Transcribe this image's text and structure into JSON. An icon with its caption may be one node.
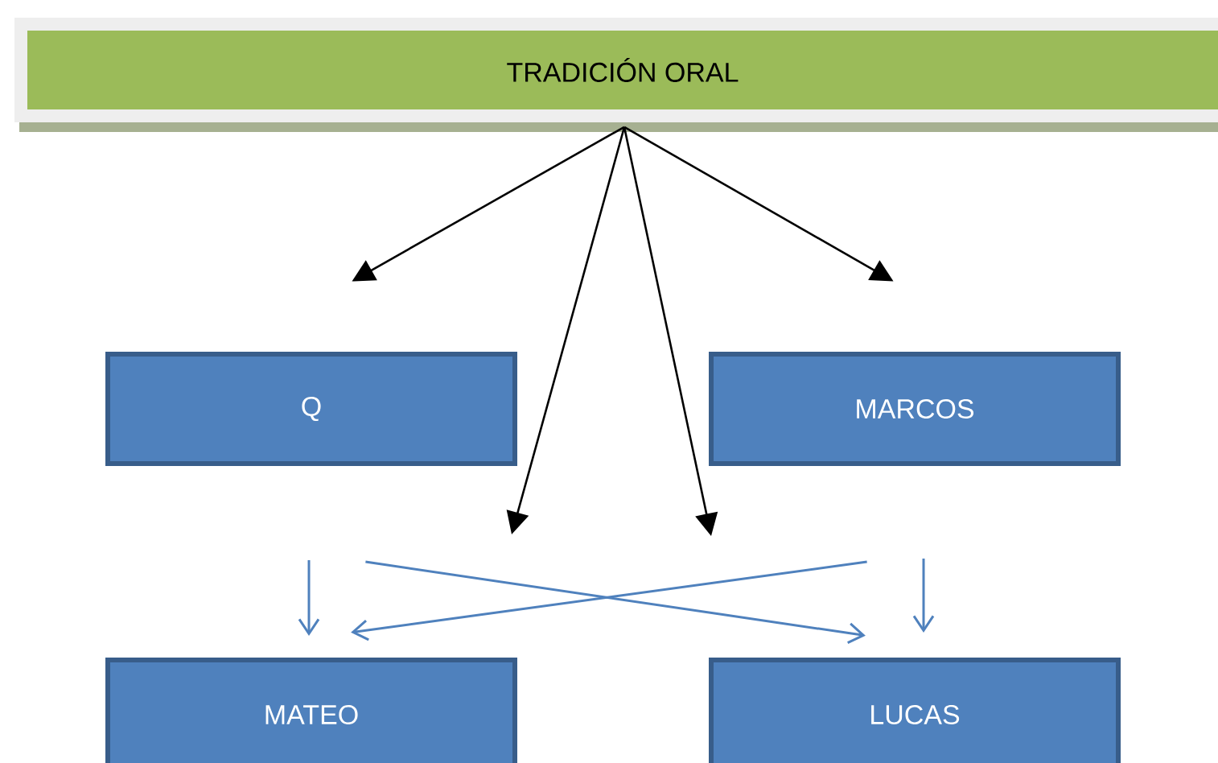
{
  "diagram": {
    "nodes": [
      {
        "text": [
          "TRADICIÓN ORAL"
        ]
      },
      {
        "text": [
          "Q"
        ]
      },
      {
        "text": [
          "MARCOS"
        ]
      },
      {
        "text": [
          "MATEO"
        ]
      },
      {
        "text": [
          "LUCAS"
        ]
      }
    ],
    "edges": [
      {
        "from": 0,
        "to": 1,
        "arrow": "to"
      },
      {
        "from": 0,
        "to": 2,
        "arrow": "to"
      },
      {
        "from": 0,
        "to": null,
        "arrow": "to"
      },
      {
        "from": 0,
        "to": null,
        "arrow": "to"
      },
      {
        "from": 1,
        "to": 4,
        "arrow": "to",
        "color": "#4f81bd"
      },
      {
        "from": 2,
        "to": 3,
        "arrow": "to",
        "color": "#4f81bd"
      }
    ]
  }
}
